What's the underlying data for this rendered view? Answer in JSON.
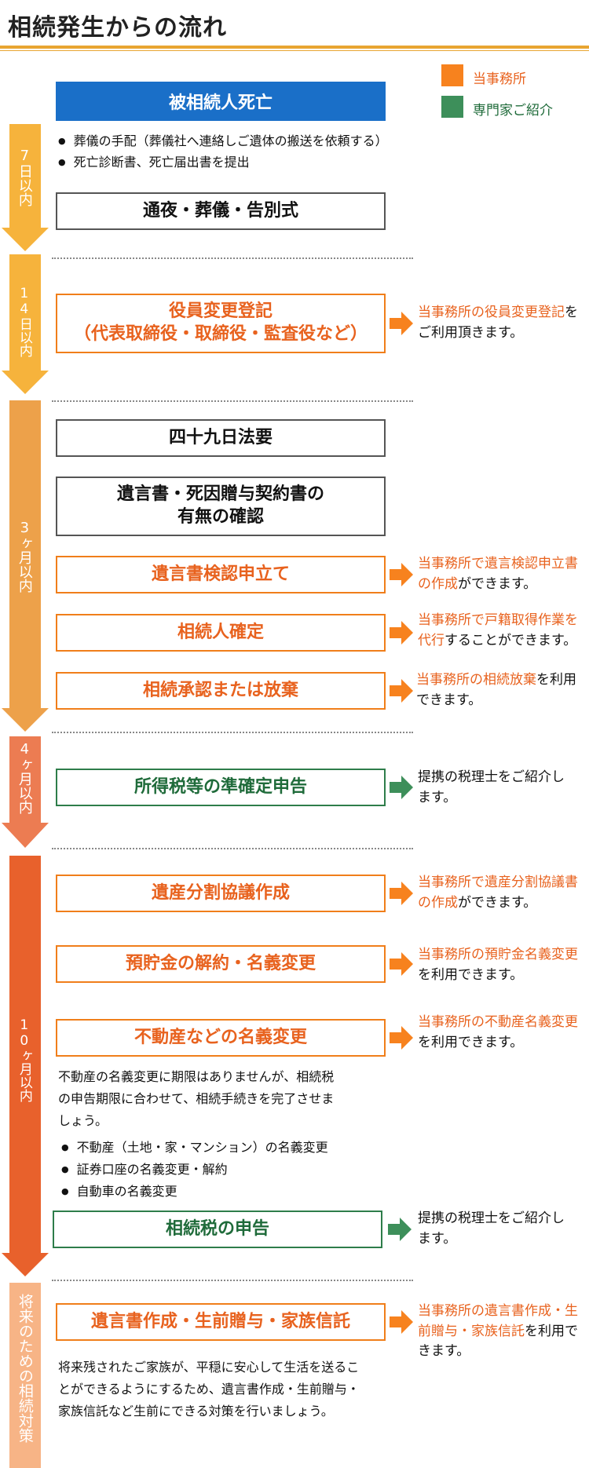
{
  "header": {
    "title": "相続発生からの流れ"
  },
  "legend": {
    "office": {
      "label": "当事務所",
      "color": "#f7821e"
    },
    "expert": {
      "label": "専門家ご紹介",
      "color": "#3d8f5a"
    }
  },
  "timeline": [
    {
      "label": "7日以内",
      "color": "#f6b33c"
    },
    {
      "label": "14日以内",
      "color": "#f6b33c"
    },
    {
      "label": "3ヶ月以内",
      "color": "#eda14a"
    },
    {
      "label": "4ヶ月以内",
      "color": "#ec7c52"
    },
    {
      "label": "10ヶ月以内",
      "color": "#e8612c"
    },
    {
      "label": "将来のための相続対策",
      "color": "#f7b486"
    }
  ],
  "steps": {
    "death": "被相続人死亡",
    "death_bullets": [
      "葬儀の手配（葬儀社へ連絡しご遺体の搬送を依頼する）",
      "死亡診断書、死亡届出書を提出"
    ],
    "funeral": "通夜・葬儀・告別式",
    "officer_line1": "役員変更登記",
    "officer_line2": "（代表取締役・取締役・監査役など）",
    "officer_note_hl": "当事務所の役員変更登記",
    "officer_note_rest1": "を",
    "officer_note_rest2": "ご利用頂きます。",
    "memorial": "四十九日法要",
    "will_check_line1": "遺言書・死因贈与契約書の",
    "will_check_line2": "有無の確認",
    "will_probate": "遺言書検認申立て",
    "will_probate_note_hl1": "当事務所で遺言検認申立書",
    "will_probate_note_hl2": "の作成",
    "will_probate_note_rest": "ができます。",
    "heir_confirm": "相続人確定",
    "heir_note_hl1": "当事務所で戸籍取得作業を",
    "heir_note_hl2": "代行",
    "heir_note_rest": "することができます。",
    "acceptance": "相続承認または放棄",
    "acceptance_note_hl": "当事務所の相続放棄",
    "acceptance_note_rest1": "を利用",
    "acceptance_note_rest2": "できます。",
    "income_tax": "所得税等の準確定申告",
    "income_tax_note1": "提携の税理士をご紹介し",
    "income_tax_note2": "ます。",
    "division": "遺産分割協議作成",
    "division_note_hl1": "当事務所で遺産分割協議書",
    "division_note_hl2": "の作成",
    "division_note_rest": "ができます。",
    "savings": "預貯金の解約・名義変更",
    "savings_note_hl": "当事務所の預貯金名義変更",
    "savings_note_rest": "を利用できます。",
    "realestate": "不動産などの名義変更",
    "realestate_note_hl": "当事務所の不動産名義変更",
    "realestate_note_rest": "を利用できます。",
    "realestate_body1": "不動産の名義変更に期限はありませんが、相続税",
    "realestate_body2": "の申告期限に合わせて、相続手続きを完了させま",
    "realestate_body3": "しょう。",
    "realestate_bullets": [
      "不動産（土地・家・マンション）の名義変更",
      "証券口座の名義変更・解約",
      "自動車の名義変更"
    ],
    "inheritance_tax": "相続税の申告",
    "inheritance_tax_note1": "提携の税理士をご紹介し",
    "inheritance_tax_note2": "ます。",
    "future": "遺言書作成・生前贈与・家族信託",
    "future_note_hl1": "当事務所の遺言書作成・生",
    "future_note_hl2": "前贈与・家族信託",
    "future_note_rest1": "を利用で",
    "future_note_rest2": "きます。",
    "future_body1": "将来残されたご家族が、平穏に安心して生活を送るこ",
    "future_body2": "とができるようにするため、遺言書作成・生前贈与・",
    "future_body3": "家族信託など生前にできる対策を行いましょう。"
  }
}
